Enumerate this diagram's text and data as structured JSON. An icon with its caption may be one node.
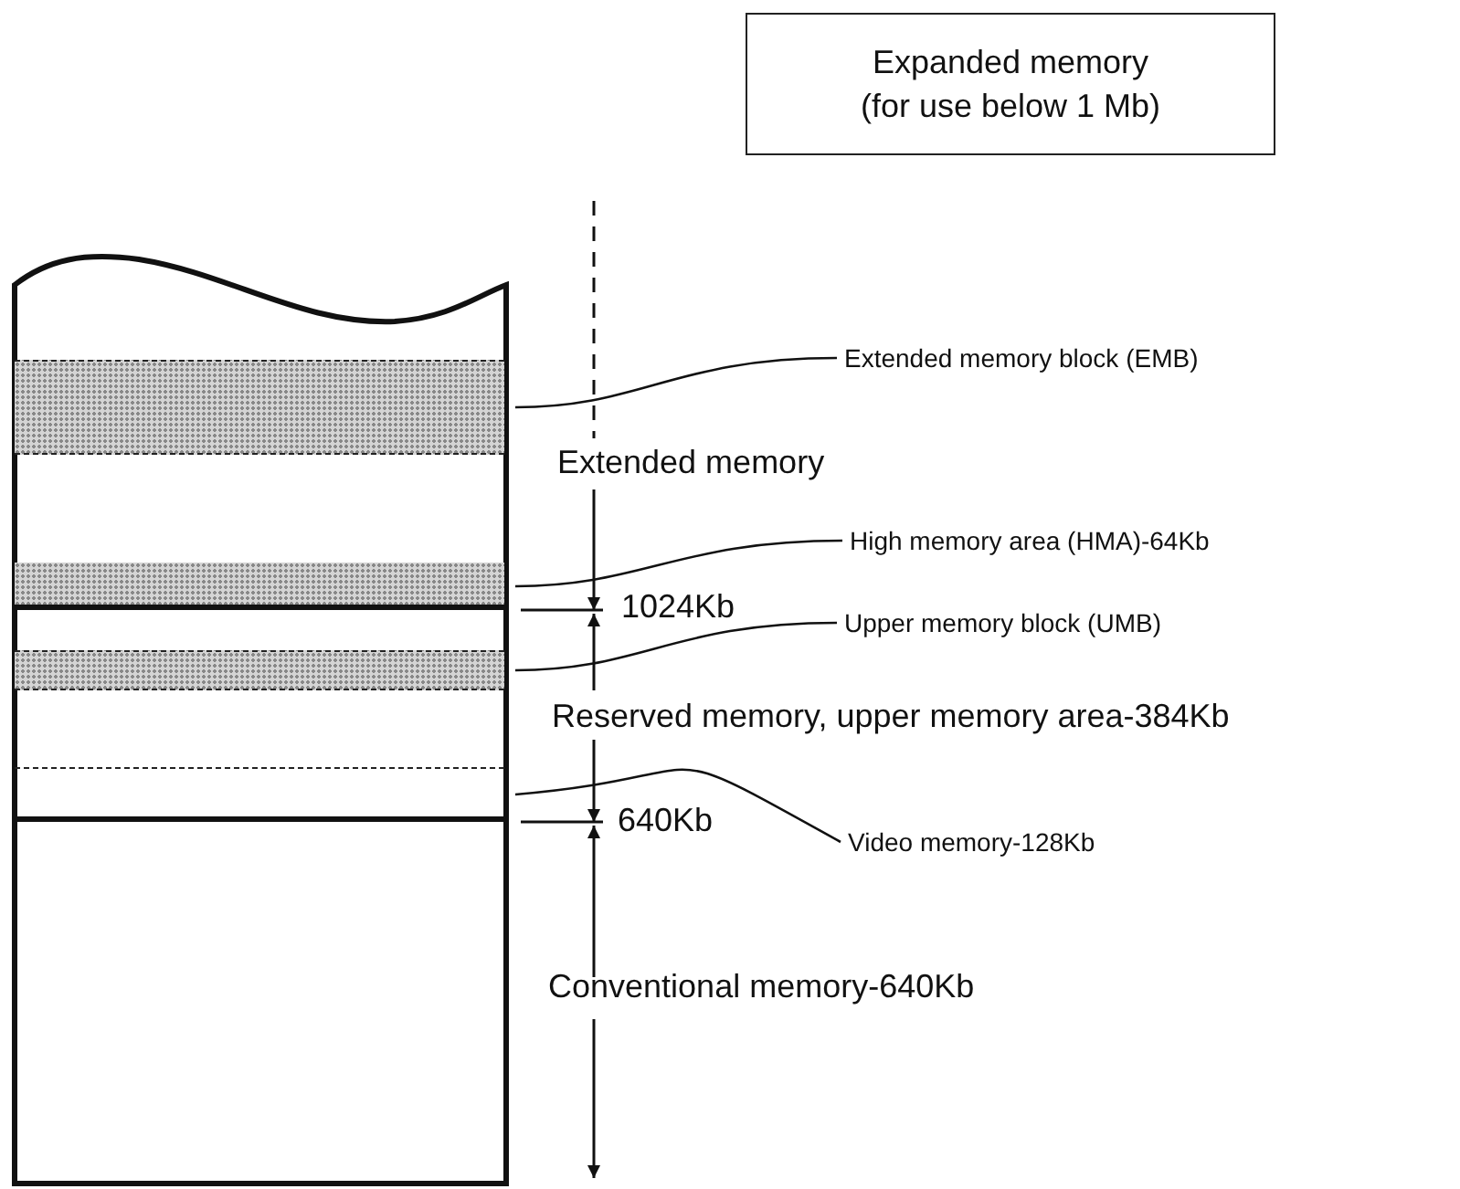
{
  "diagram": {
    "nodes": [
      {
        "text": [
          "Expanded memory (for use below 1 Mb)"
        ]
      },
      {
        "text": [],
        "shape": "box"
      },
      {
        "text": [],
        "shape": "bar",
        "in": 1
      },
      {
        "text": [],
        "shape": "bar",
        "in": 1
      },
      {
        "text": [],
        "shape": "bar",
        "in": 1
      },
      {
        "text": [],
        "shape": "box",
        "in": 1
      },
      {
        "text": [
          "Extended memory block (EMB)"
        ]
      },
      {
        "text": [
          "High memory area (HMA)-64Kb"
        ]
      },
      {
        "text": [
          "Upper memory block (UMB)"
        ]
      },
      {
        "text": [
          "Video memory-128Kb"
        ]
      }
    ],
    "edges": [
      {
        "from": 6,
        "to": 2,
        "arrow": "none"
      },
      {
        "from": 7,
        "to": 3,
        "arrow": "none"
      },
      {
        "from": 8,
        "to": 4,
        "arrow": "none"
      },
      {
        "from": 9,
        "to": 5,
        "arrow": "none"
      }
    ],
    "labels": [
      "Extended memory",
      "1024Kb",
      "Reserved memory, upper memory area-384Kb",
      "640Kb",
      "Conventional memory-640Kb"
    ]
  }
}
